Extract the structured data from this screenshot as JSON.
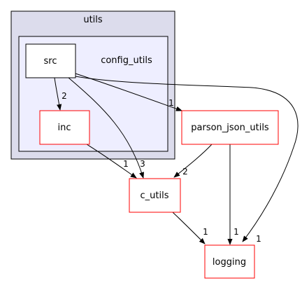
{
  "clusters": {
    "outer": {
      "label": "utils"
    },
    "inner": {
      "label": "config_utils"
    }
  },
  "nodes": {
    "src": {
      "label": "src"
    },
    "inc": {
      "label": "inc"
    },
    "parson_json_utils": {
      "label": "parson_json_utils"
    },
    "c_utils": {
      "label": "c_utils"
    },
    "logging": {
      "label": "logging"
    }
  },
  "edges": {
    "src_inc": {
      "label": "2"
    },
    "src_parson": {
      "label": "1"
    },
    "src_c_utils": {
      "label": "3"
    },
    "src_logging": {
      "label": "1"
    },
    "inc_c_utils": {
      "label": "1"
    },
    "parson_c_utils": {
      "label": "2"
    },
    "parson_logging": {
      "label": "1"
    },
    "c_utils_logging": {
      "label": "1"
    }
  },
  "colors": {
    "outer_fill": "#dcdcec",
    "inner_fill": "#eeeeff",
    "node_border_red": "#ff0000",
    "edge": "#000000"
  }
}
